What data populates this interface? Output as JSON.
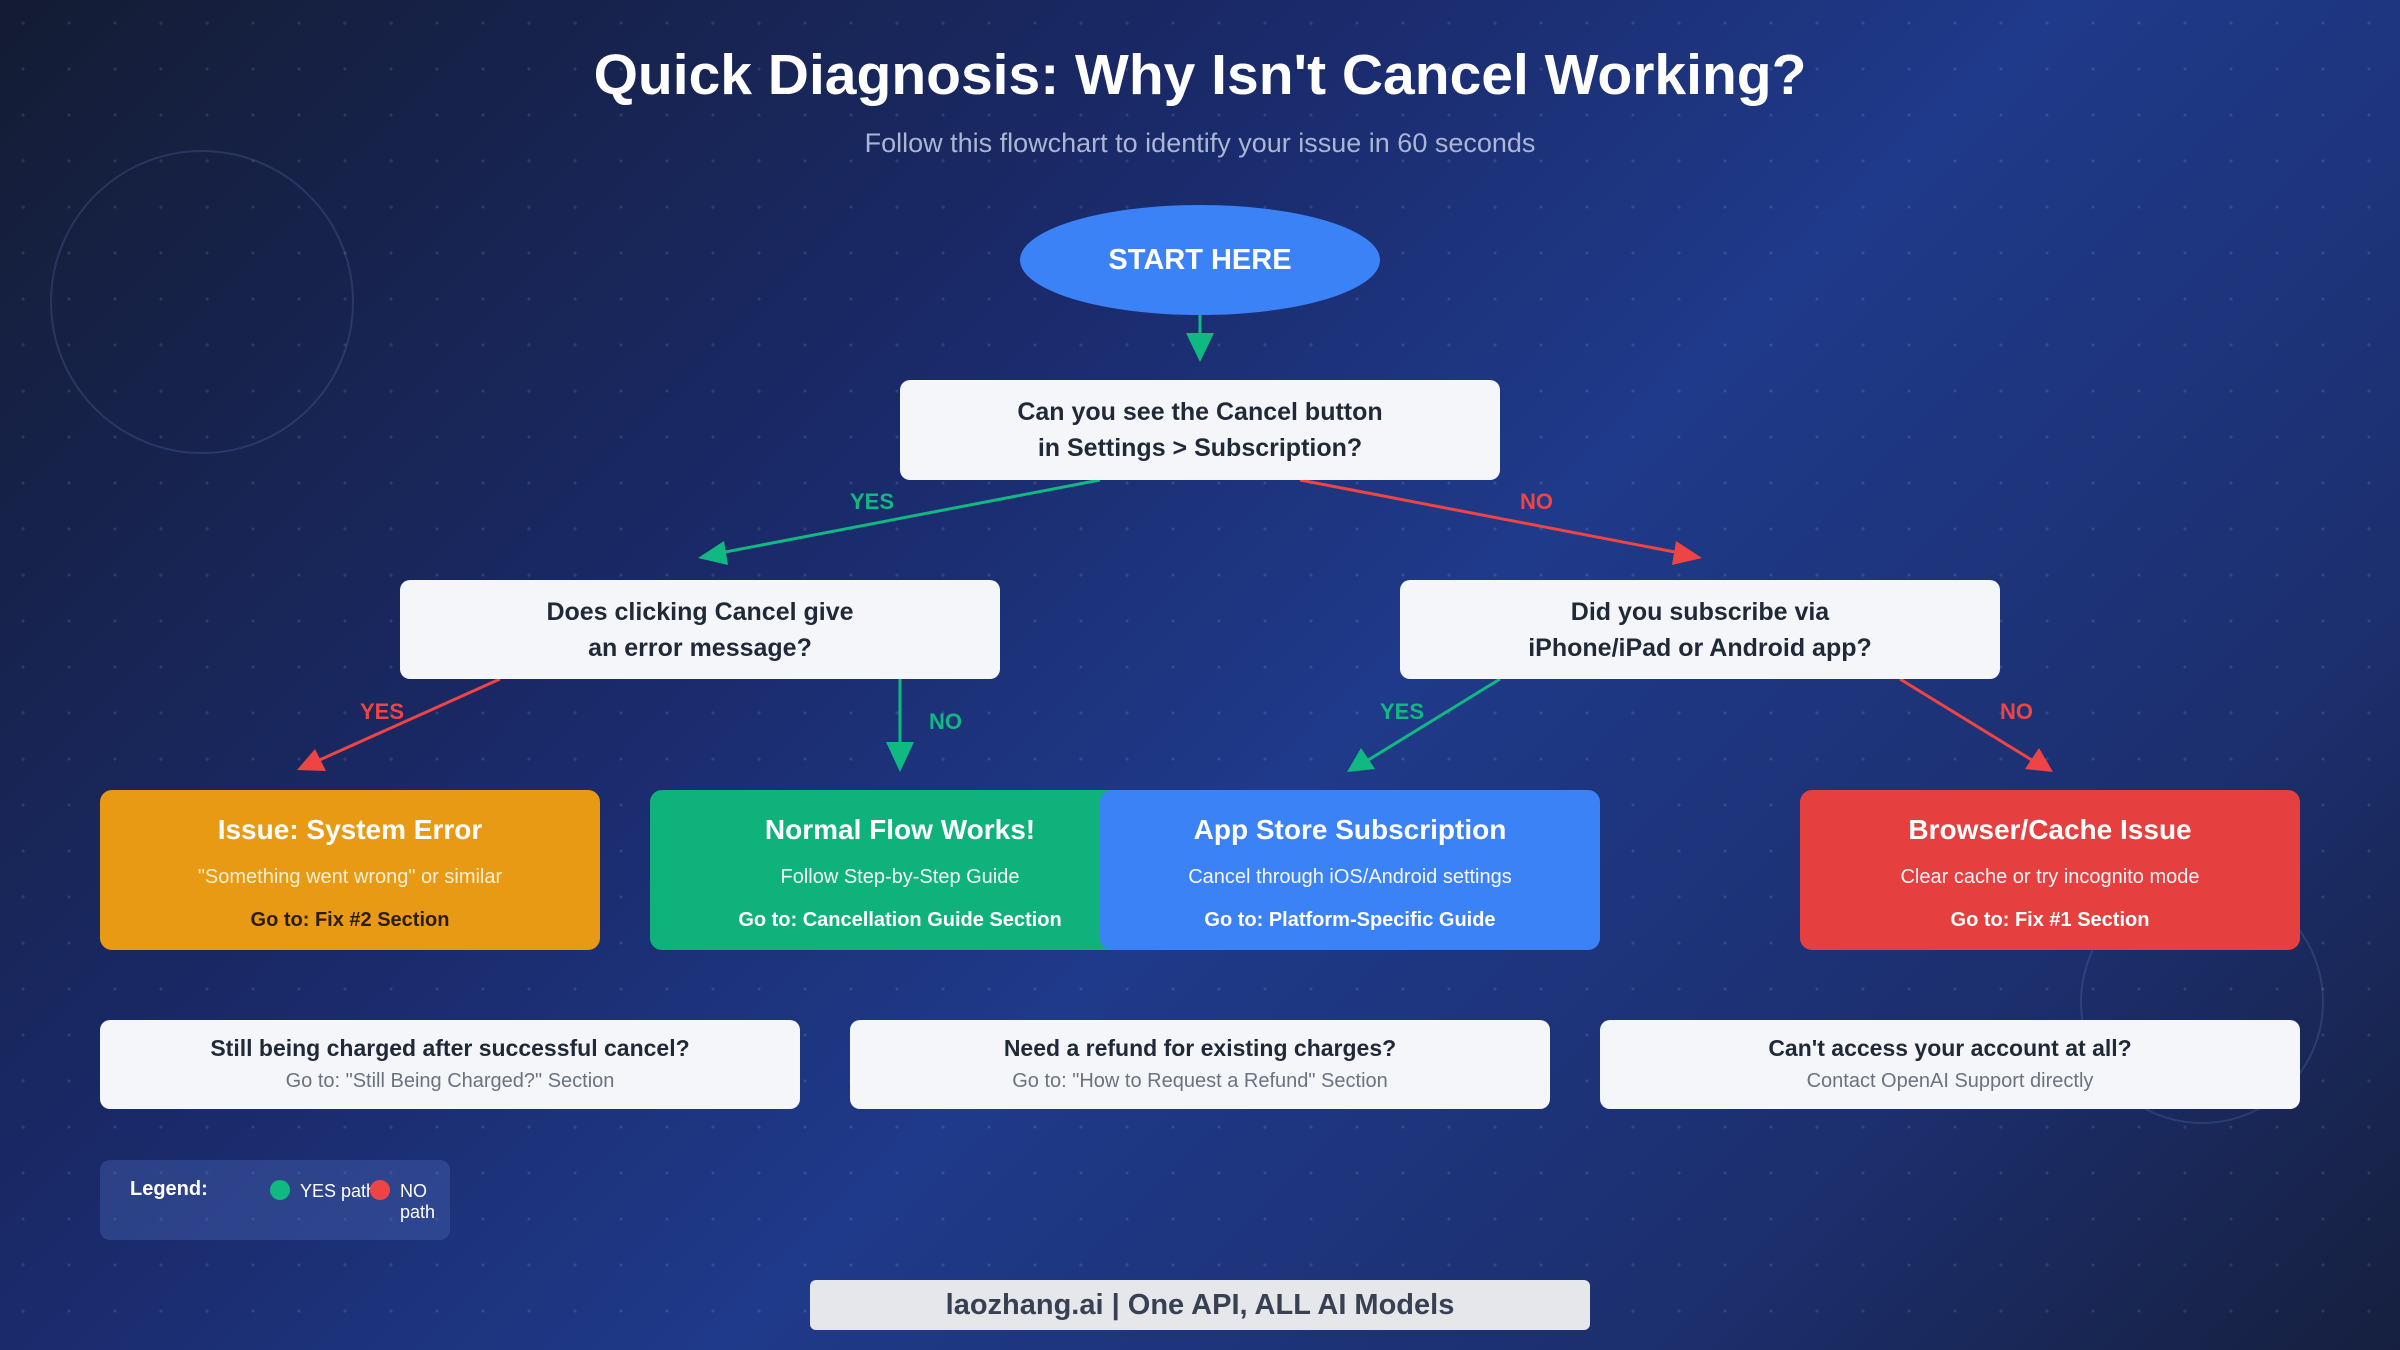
{
  "title": "Quick Diagnosis: Why Isn't Cancel Working?",
  "subtitle": "Follow this flowchart to identify your issue in 60 seconds",
  "start": {
    "label": "START HERE"
  },
  "questions": {
    "q1": {
      "line1": "Can you see the Cancel button",
      "line2": "in Settings > Subscription?"
    },
    "q2": {
      "line1": "Does clicking Cancel give",
      "line2": "an error message?"
    },
    "q3": {
      "line1": "Did you subscribe via",
      "line2": "iPhone/iPad or Android app?"
    }
  },
  "edge_labels": {
    "q1_yes": "YES",
    "q1_no": "NO",
    "q2_yes": "YES",
    "q2_no": "NO",
    "q3_yes": "YES",
    "q3_no": "NO"
  },
  "outcomes": [
    {
      "title": "Issue: System Error",
      "desc": "\"Something went wrong\" or similar",
      "goto": "Go to: Fix #2 Section",
      "color": "#e99a14"
    },
    {
      "title": "Normal Flow Works!",
      "desc": "Follow Step-by-Step Guide",
      "goto": "Go to: Cancellation Guide Section",
      "color": "#10b27c"
    },
    {
      "title": "App Store Subscription",
      "desc": "Cancel through iOS/Android settings",
      "goto": "Go to: Platform-Specific Guide",
      "color": "#3b82f6"
    },
    {
      "title": "Browser/Cache Issue",
      "desc": "Clear cache or try incognito mode",
      "goto": "Go to: Fix #1 Section",
      "color": "#e5403f"
    }
  ],
  "info_boxes": [
    {
      "title": "Still being charged after successful cancel?",
      "desc": "Go to: \"Still Being Charged?\" Section"
    },
    {
      "title": "Need a refund for existing charges?",
      "desc": "Go to: \"How to Request a Refund\" Section"
    },
    {
      "title": "Can't access your account at all?",
      "desc": "Contact OpenAI Support directly"
    }
  ],
  "legend": {
    "label": "Legend:",
    "yes": "YES path",
    "no": "NO path",
    "yes_color": "#10b981",
    "no_color": "#ef4444"
  },
  "footer": "laozhang.ai | One API, ALL AI Models"
}
